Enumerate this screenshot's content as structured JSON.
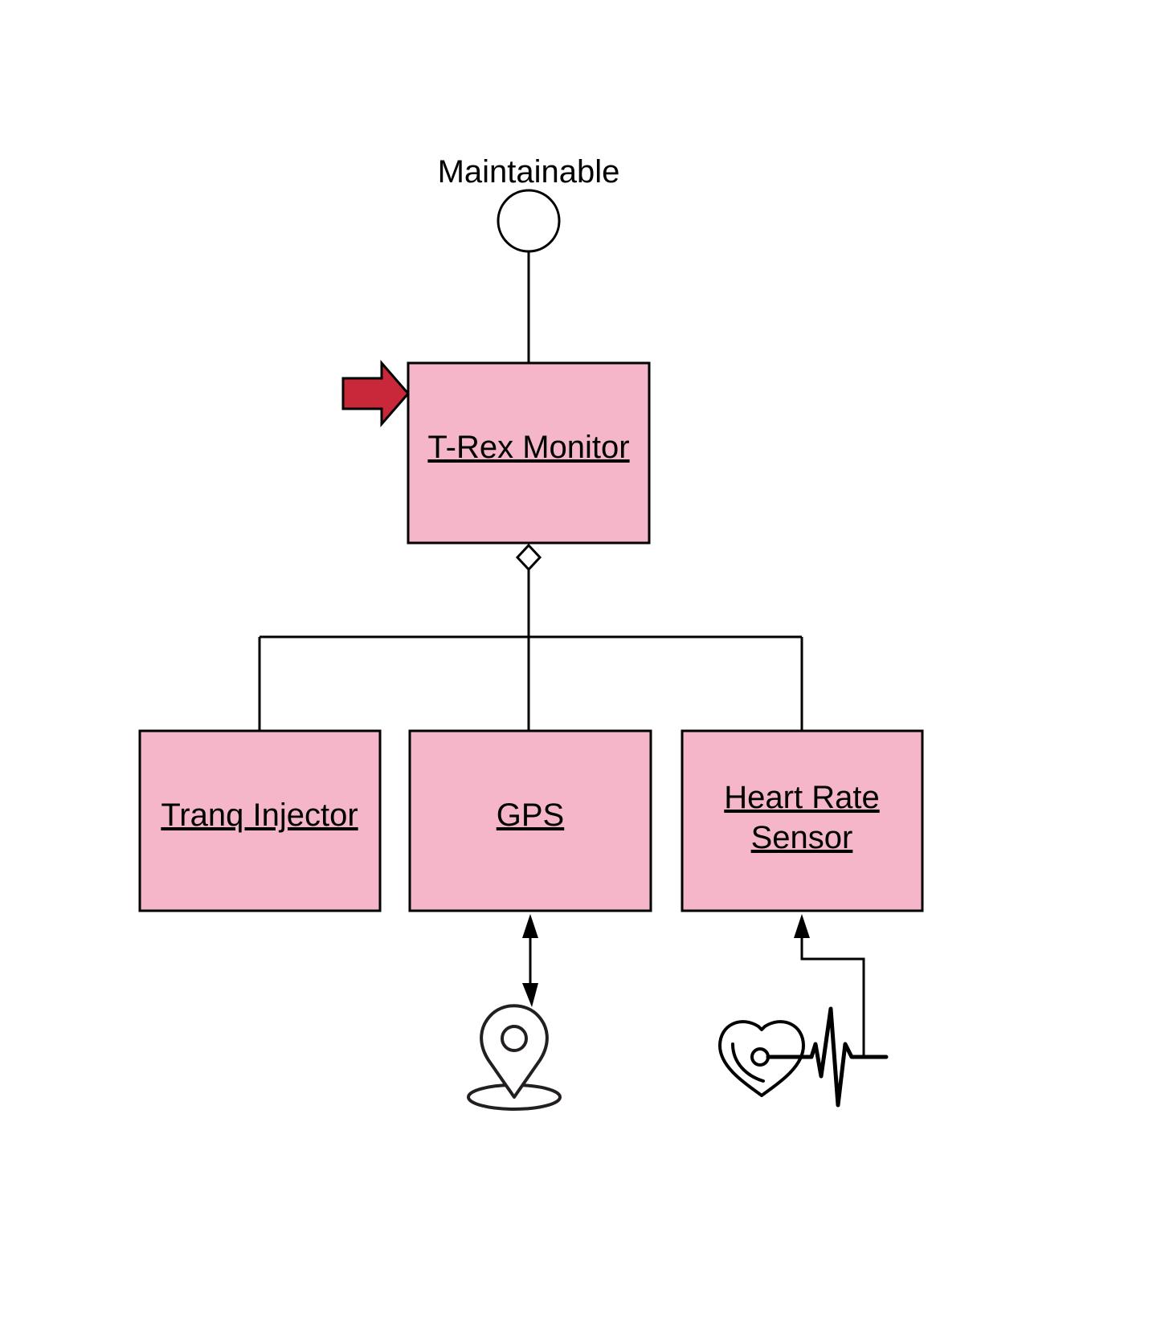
{
  "interface": {
    "label": "Maintainable"
  },
  "nodes": {
    "monitor": {
      "label": "T-Rex Monitor"
    },
    "tranq": {
      "label": "Tranq Injector"
    },
    "gps": {
      "label": "GPS"
    },
    "heart": {
      "label_line1": "Heart Rate",
      "label_line2": "Sensor"
    }
  },
  "icons": {
    "entry_arrow": "right-arrow-icon",
    "gps": "map-pin-icon",
    "heart": "heartbeat-icon"
  },
  "colors": {
    "node_fill": "#f4b6c8",
    "stroke": "#000000",
    "arrow_fill": "#c8283a",
    "icon_stroke": "#231f20"
  }
}
